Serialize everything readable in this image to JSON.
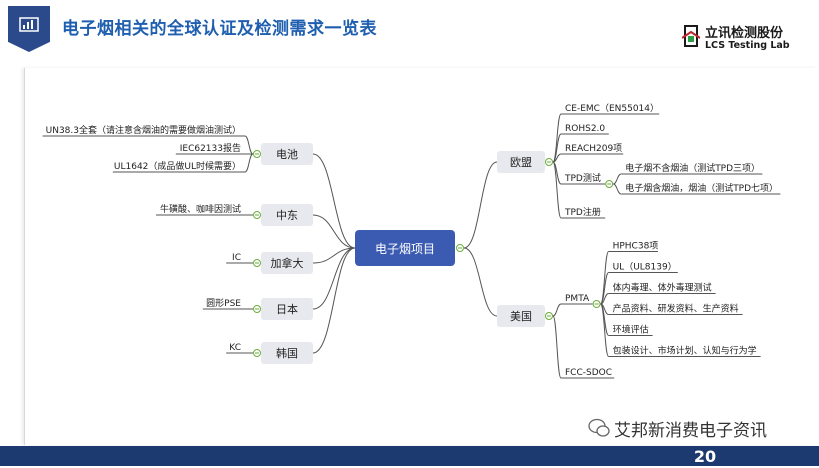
{
  "header": {
    "title": "电子烟相关的全球认证及检测需求一览表",
    "logo_cn": "立讯检测股份",
    "logo_en": "LCS Testing Lab"
  },
  "mindmap": {
    "center": "电子烟项目",
    "left_branches": [
      {
        "label": "电池",
        "leaves": [
          "UN38.3全套（请注意含烟油的需要做烟油测试）",
          "IEC62133报告",
          "UL1642（成品做UL时候需要）"
        ]
      },
      {
        "label": "中东",
        "leaves": [
          "牛磺酸、咖啡因测试"
        ]
      },
      {
        "label": "加拿大",
        "leaves": [
          "IC"
        ]
      },
      {
        "label": "日本",
        "leaves": [
          "圆形PSE"
        ]
      },
      {
        "label": "韩国",
        "leaves": [
          "KC"
        ]
      }
    ],
    "right_branches": [
      {
        "label": "欧盟",
        "leaves": [
          {
            "label": "CE-EMC（EN55014）"
          },
          {
            "label": "ROHS2.0"
          },
          {
            "label": "REACH209项"
          },
          {
            "label": "TPD测试",
            "children": [
              "电子烟不含烟油（测试TPD三项）",
              "电子烟含烟油，烟油（测试TPD七项）"
            ]
          },
          {
            "label": "TPD注册"
          }
        ]
      },
      {
        "label": "美国",
        "leaves": [
          {
            "label": "PMTA",
            "children": [
              "HPHC38项",
              "UL（UL8139）",
              "体内毒理、体外毒理测试",
              "产品资料、研发资料、生产资料",
              "环境评估",
              "包装设计、市场计划、认知与行为学"
            ]
          },
          {
            "label": "FCC-SDOC"
          }
        ]
      }
    ]
  },
  "footer": {
    "watermark": "艾邦新消费电子资讯",
    "page_number": "20"
  },
  "colors": {
    "primary": "#2a4a8c",
    "title": "#1f5fb0",
    "center_node": "#3b5bb3",
    "branch_node": "#e8e9ee",
    "line": "#555555",
    "toggle": "#6aae3a"
  }
}
